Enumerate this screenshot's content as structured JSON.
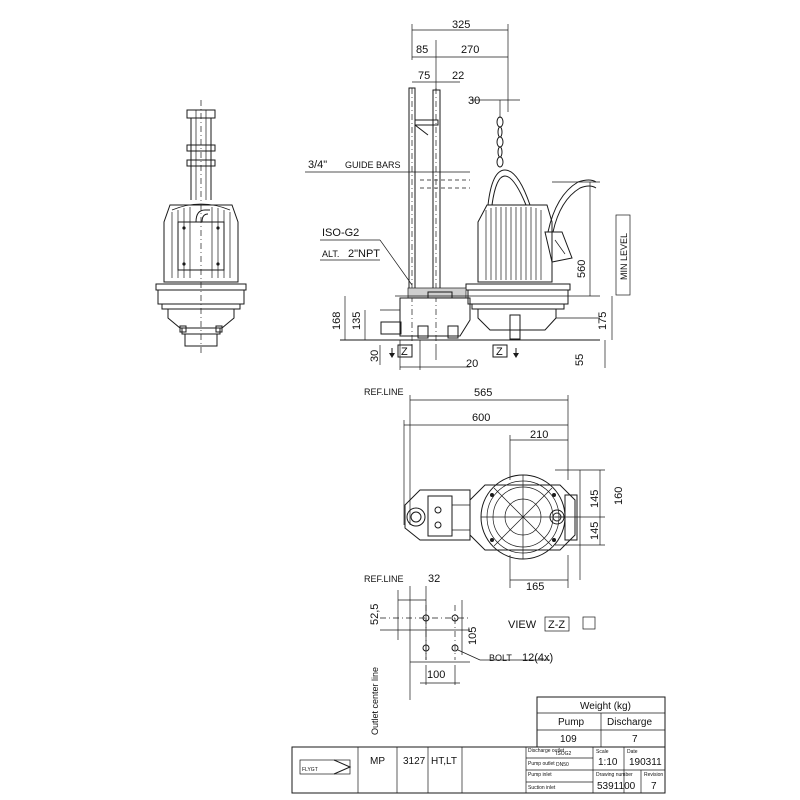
{
  "dimensions": {
    "d325": "325",
    "d85": "85",
    "d270": "270",
    "d75": "75",
    "d22": "22",
    "d30top": "30",
    "d560": "560",
    "d175": "175",
    "d168": "168",
    "d135": "135",
    "d30": "30",
    "d20": "20",
    "d55": "55",
    "d565": "565",
    "d600": "600",
    "d210": "210",
    "d145a": "145",
    "d145b": "145",
    "d160": "160",
    "d165": "165",
    "d32": "32",
    "d52_5": "52,5",
    "d105": "105",
    "d100": "100"
  },
  "labels": {
    "guide_size": "3/4\"",
    "guide_bars": "GUIDE BARS",
    "iso": "ISO-G2",
    "alt": "ALT.",
    "npt": "2\"NPT",
    "min_level": "MIN LEVEL",
    "z1": "Z",
    "z2": "Z",
    "ref_line_1": "REF.LINE",
    "ref_line_2": "REF.LINE",
    "view": "VIEW",
    "view_z": "Z-Z",
    "bolt": "BOLT",
    "bolt_spec": "12(4x)",
    "outlet_center": "Outlet center line"
  },
  "weight_table": {
    "title": "Weight (kg)",
    "col1": "Pump",
    "col2": "Discharge",
    "val1": "109",
    "val2": "7"
  },
  "title_block": {
    "logo": "FLYGT",
    "type": "MP",
    "model": "3127",
    "variant": "HT,LT",
    "discharge_outlet_label": "Discharge outlet",
    "discharge_outlet_value": "ISOG2",
    "pump_outlet_label": "Pump outlet",
    "pump_outlet_value": "DN50",
    "pump_inlet_label": "Pump inlet",
    "suction_inlet_label": "Suction inlet",
    "scale_label": "Scale",
    "scale_value": "1:10",
    "date_label": "Date",
    "date_value": "190311",
    "drawing_number_label": "Drawing number",
    "drawing_number_value": "5391100",
    "revision_label": "Revision",
    "revision_value": "7"
  }
}
